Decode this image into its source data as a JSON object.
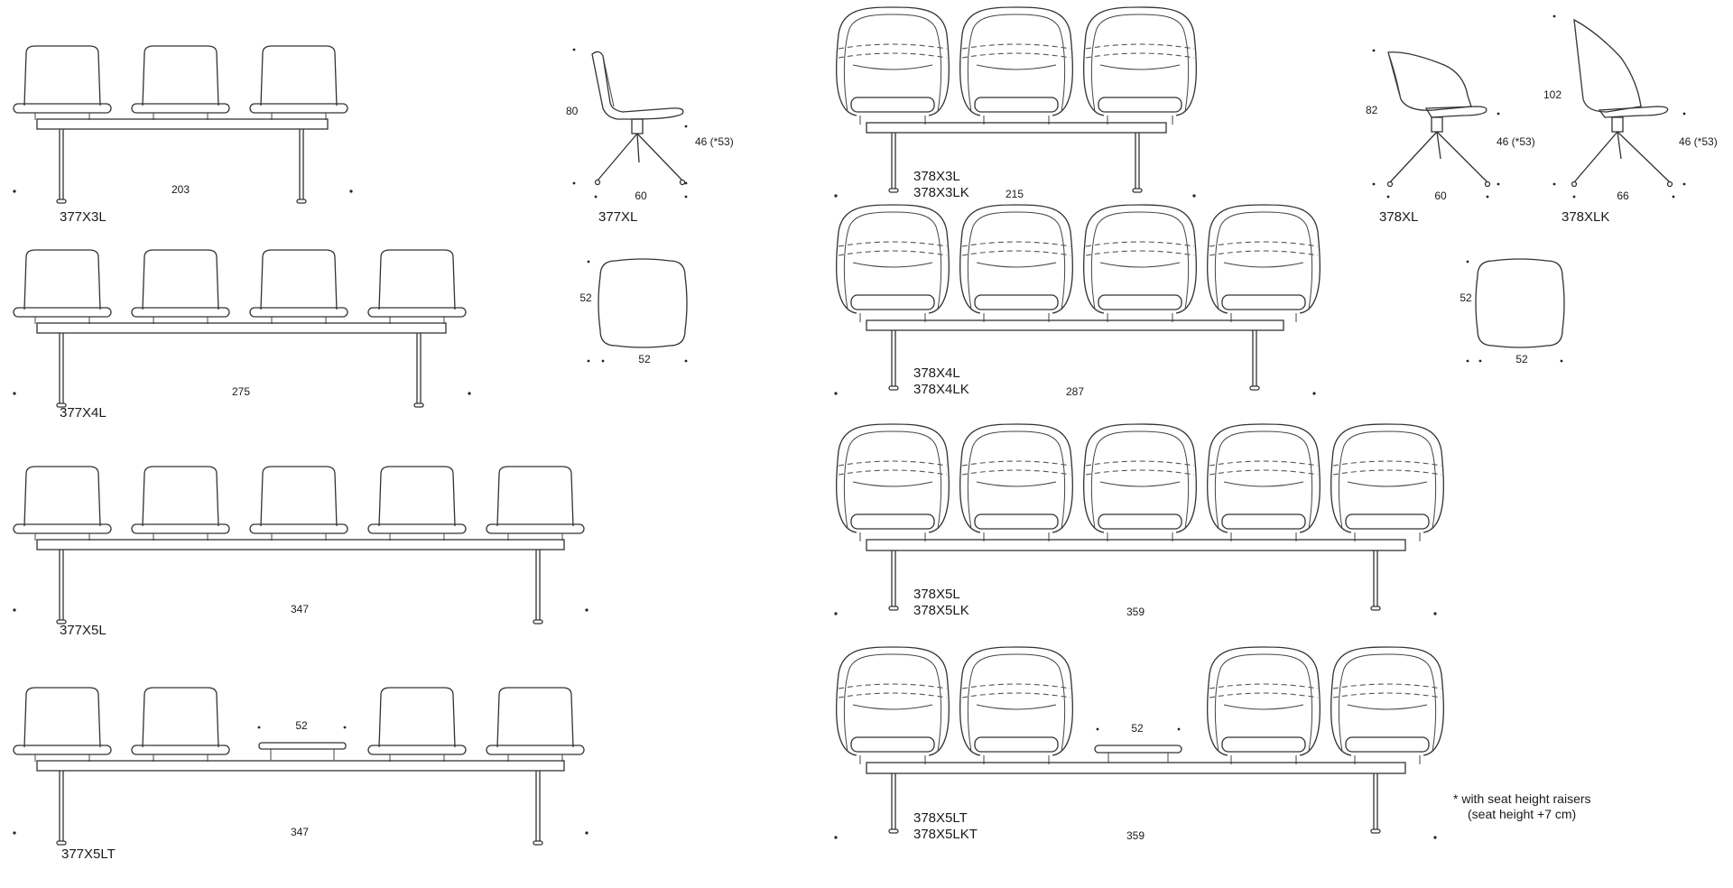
{
  "series_377": {
    "benches": [
      {
        "code": "377X3L",
        "width": "203"
      },
      {
        "code": "377X4L",
        "width": "275"
      },
      {
        "code": "377X5L",
        "width": "347"
      },
      {
        "code": "377X5LT",
        "width": "347",
        "table_width": "52"
      }
    ],
    "single": {
      "code": "377XL",
      "height": "80",
      "seat_height": "46 (*53)",
      "depth": "60"
    },
    "seat_top": {
      "w": "52",
      "d": "52"
    }
  },
  "series_378": {
    "benches": [
      {
        "code": "378X3L",
        "code2": "378X3LK",
        "width": "215"
      },
      {
        "code": "378X4L",
        "code2": "378X4LK",
        "width": "287"
      },
      {
        "code": "378X5L",
        "code2": "378X5LK",
        "width": "359"
      },
      {
        "code": "378X5LT",
        "code2": "378X5LKT",
        "width": "359",
        "table_width": "52"
      }
    ],
    "singles": [
      {
        "code": "378XL",
        "height": "82",
        "seat_height": "46 (*53)",
        "depth": "60"
      },
      {
        "code": "378XLK",
        "height": "102",
        "seat_height": "46 (*53)",
        "depth": "66"
      }
    ],
    "seat_top": {
      "w": "52",
      "d": "52"
    }
  },
  "footnote": {
    "line1": "* with seat height raisers",
    "line2": "(seat height +7 cm)"
  }
}
